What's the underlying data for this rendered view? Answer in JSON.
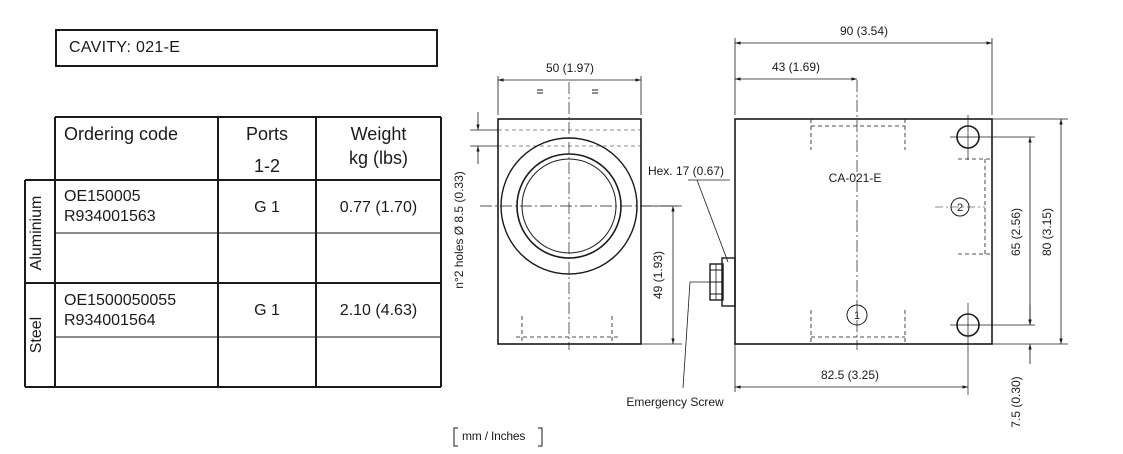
{
  "cavity": {
    "label": "CAVITY: 021-E"
  },
  "table": {
    "headers": {
      "ordering_code": "Ordering code",
      "ports_line1": "Ports",
      "ports_line2": "1-2",
      "weight_line1": "Weight",
      "weight_line2": "kg (lbs)"
    },
    "groups": [
      {
        "material": "Aluminium",
        "code_line1": "OE150005",
        "code_line2": "R934001563",
        "ports": "G 1",
        "weight": "0.77 (1.70)"
      },
      {
        "material": "Steel",
        "code_line1": "OE1500050055",
        "code_line2": "R934001564",
        "ports": "G 1",
        "weight": "2.10 (4.63)"
      }
    ]
  },
  "drawing": {
    "dim_top_width": "50 (1.97)",
    "dim_holes": "n°2 holes Ø 8.5 (0.33)",
    "dim_height_left": "49 (1.93)",
    "hex_label": "Hex. 17 (0.67)",
    "emergency_label": "Emergency Screw",
    "dim_overall_width": "90 (3.54)",
    "dim_partial_width": "43 (1.69)",
    "part_label": "CA-021-E",
    "port_1": "1",
    "port_2": "2",
    "dim_hole_spacing": "65 (2.56)",
    "dim_overall_height": "80 (3.15)",
    "dim_bottom_width": "82.5 (3.25)",
    "dim_offset": "7.5 (0.30)"
  },
  "units": "mm / Inches"
}
